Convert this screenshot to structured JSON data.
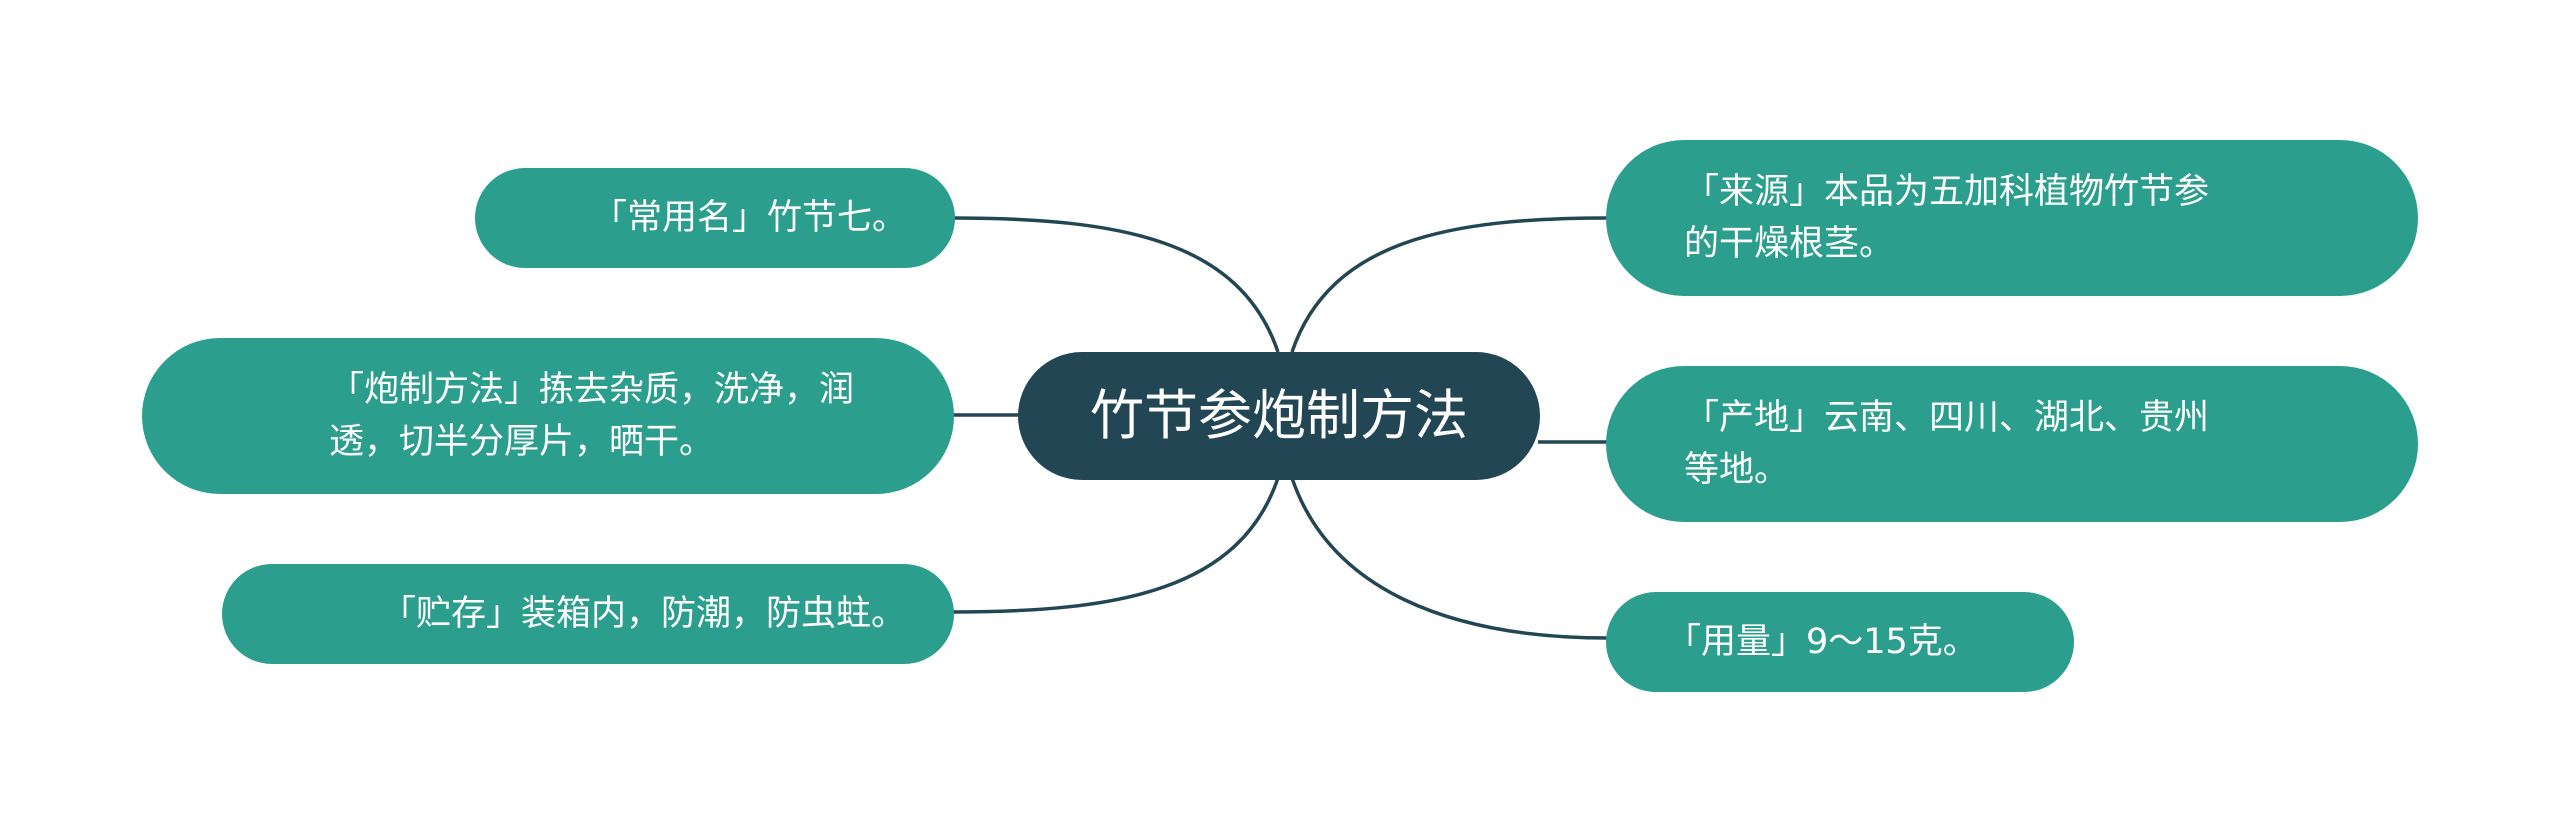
{
  "center": {
    "label": "竹节参炮制方法"
  },
  "left_nodes": [
    {
      "lines": [
        "「常用名」竹节七。"
      ]
    },
    {
      "lines": [
        "「炮制方法」拣去杂质，洗净，润",
        "透，切半分厚片，晒干。"
      ]
    },
    {
      "lines": [
        "「贮存」装箱内，防潮，防虫蛀。"
      ]
    }
  ],
  "right_nodes": [
    {
      "lines": [
        "「来源」本品为五加科植物竹节参",
        "的干燥根茎。"
      ]
    },
    {
      "lines": [
        "「产地」云南、四川、湖北、贵州",
        "等地。"
      ]
    },
    {
      "lines": [
        "「用量」9～15克。"
      ]
    }
  ],
  "colors": {
    "center_fill": "#234654",
    "node_fill": "#2b9e8e",
    "link_stroke": "#234654",
    "text": "#ffffff",
    "background": "#ffffff"
  }
}
